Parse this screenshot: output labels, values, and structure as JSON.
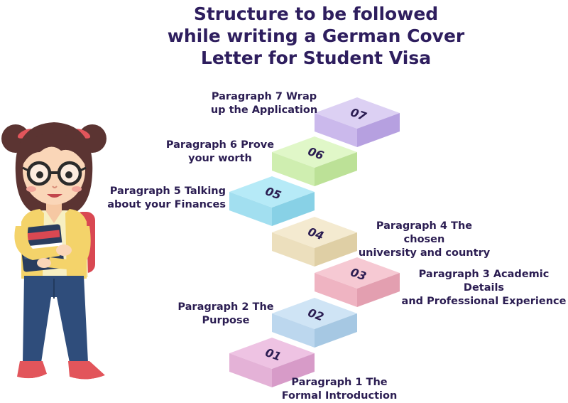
{
  "title_lines": [
    "Structure to be followed",
    "while writing a German Cover",
    "Letter for Student Visa"
  ],
  "steps": [
    {
      "number": "01",
      "label_lines": [
        "Paragraph 1 The",
        "Formal Introduction"
      ],
      "top": "#eec3e3",
      "front": "#e4b2d7",
      "side": "#d79bc8"
    },
    {
      "number": "02",
      "label_lines": [
        "Paragraph 2 The",
        "Purpose"
      ],
      "top": "#cfe4f5",
      "front": "#bcd7ee",
      "side": "#a6c8e3"
    },
    {
      "number": "03",
      "label_lines": [
        "Paragraph 3 Academic Details",
        "and Professional Experience"
      ],
      "top": "#f6c9d3",
      "front": "#efb4c2",
      "side": "#e39fb0"
    },
    {
      "number": "04",
      "label_lines": [
        "Paragraph 4 The chosen",
        "university and country"
      ],
      "top": "#f4ead0",
      "front": "#ecdfbd",
      "side": "#dfcfa5"
    },
    {
      "number": "05",
      "label_lines": [
        "Paragraph 5 Talking",
        "about your Finances"
      ],
      "top": "#b6eaf7",
      "front": "#a2dff0",
      "side": "#88d1e6"
    },
    {
      "number": "06",
      "label_lines": [
        "Paragraph 6 Prove",
        "your worth"
      ],
      "top": "#e0f7c8",
      "front": "#cfeeb0",
      "side": "#bce197"
    },
    {
      "number": "07",
      "label_lines": [
        "Paragraph 7 Wrap",
        "up the Application"
      ],
      "top": "#dcd0f3",
      "front": "#cbb9ec",
      "side": "#b6a0e0"
    }
  ]
}
